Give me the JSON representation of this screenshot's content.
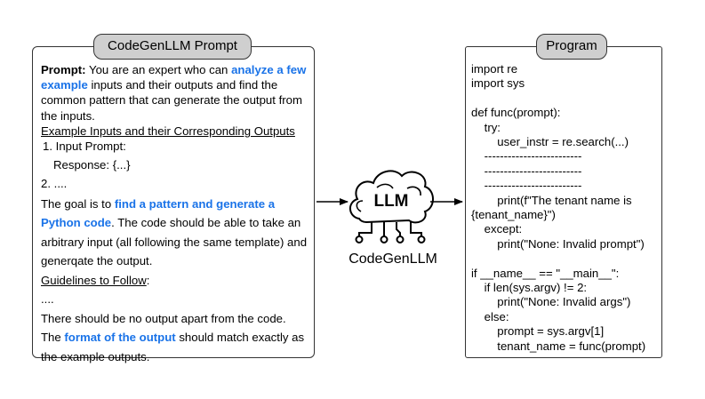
{
  "left_panel": {
    "title": "CodeGenLLM Prompt",
    "prompt_label": "Prompt:",
    "prompt_t1": " You are an expert who can ",
    "prompt_h1a": "analyze a few",
    "prompt_h1b": "example",
    "prompt_t2": " inputs and their outputs and find the",
    "prompt_t3": "common pattern that can generate the output from",
    "prompt_t4": "the inputs.",
    "examples_heading": "Example Inputs and their Corresponding Outputs",
    "input_prompt": "1. Input Prompt:",
    "response": "Response: {...}",
    "item2": "2. ....",
    "goal_t1": "The goal is to ",
    "goal_h1": "find a pattern and generate a",
    "goal_h2": "Python code",
    "goal_t2": ". The code should be able to take an",
    "goal_t3": "arbitrary input (all following the same template) and",
    "goal_t4": "generqate the output.",
    "guidelines_heading": "Guidelines to Follow",
    "guidelines_colon": ":",
    "dots": "....",
    "rule1": "There should be no output apart from the code.",
    "rule2_t1": "The ",
    "rule2_h": "format of the output",
    "rule2_t2": " should match exactly as",
    "rule2_t3": "the example outputs."
  },
  "center": {
    "icon_text": "LLM",
    "caption": "CodeGenLLM"
  },
  "right_panel": {
    "title": "Program",
    "code_lines": [
      "import re",
      "import sys",
      "",
      "def func(prompt):",
      "    try:",
      "        user_instr = re.search(...)",
      "    -------------------------",
      "    -------------------------",
      "    -------------------------",
      "        print(f\"The tenant name is",
      "{tenant_name}\")",
      "    except:",
      "        print(\"None: Invalid prompt\")",
      "",
      "if __name__ == \"__main__\":",
      "    if len(sys.argv) != 2:",
      "        print(\"None: Invalid args\")",
      "    else:",
      "        prompt = sys.argv[1]",
      "        tenant_name = func(prompt)"
    ]
  },
  "colors": {
    "highlight": "#1a73e8",
    "tab_fill": "#cfcfcf",
    "border": "#333333"
  }
}
